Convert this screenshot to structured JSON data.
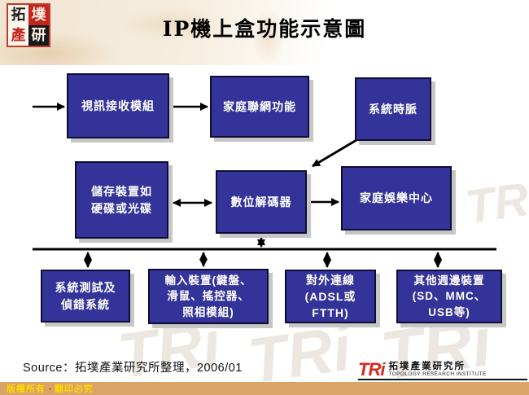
{
  "header": {
    "title": "IP機上盒功能示意圖",
    "seal": {
      "char1": "拓",
      "char2": "墣",
      "char3": "產",
      "char4": "研"
    }
  },
  "diagram": {
    "boxes": {
      "video": "視訊接收模組",
      "homenet": "家庭聯網功能",
      "clock": "系統時脈",
      "storage": "儲存裝置如\n硬碟或光碟",
      "decoder": "數位解碼器",
      "entertainment": "家庭娛樂中心",
      "test": "系統測試及\n偵錯系統",
      "input": "輸入裝置(鍵盤、\n滑鼠、搖控器、\n照相模組)",
      "wan": "對外連線\n(ADSL或\nFTTH)",
      "peripheral": "其他週邊裝置\n(SD、MMC、\nUSB等)"
    },
    "colors": {
      "box_fill": "#333399",
      "box_border": "#0d0d33",
      "box_shadow": "#c6c6c6",
      "arrow": "#000000"
    }
  },
  "footer": {
    "source": "Source：拓墣產業研究所整理，2006/01",
    "copyright_left": "版權所有",
    "copyright_sep": "▪",
    "copyright_right": "翻印必究",
    "band_color": "#d8a468",
    "tri_mark": "TRi",
    "tri_cn": "拓墣產業研究所",
    "tri_en": "TOPOLOGY RESEARCH INSTITUTE"
  },
  "watermark": "TRi"
}
